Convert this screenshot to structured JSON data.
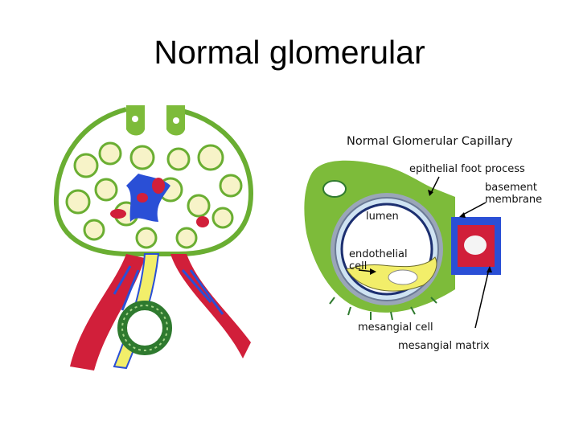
{
  "slide": {
    "title": "Normal glomerular"
  },
  "capillary_diagram": {
    "title": "Normal Glomerular Capillary",
    "labels": {
      "epithelial_foot_process": "epithelial foot process",
      "basement_membrane": "basement membrane",
      "lumen": "lumen",
      "endothelial_cell": "endothelial cell",
      "mesangial_cell": "mesangial cell",
      "mesangial_matrix": "mesangial matrix"
    }
  },
  "colors": {
    "podocyte_green": "#7dbb3a",
    "dark_green": "#2f7a2f",
    "capillary_yellow": "#f2ee6a",
    "mesangium_blue": "#2a4fd6",
    "blood_red": "#d11f3a",
    "basement_gray": "#9aa6b8"
  }
}
